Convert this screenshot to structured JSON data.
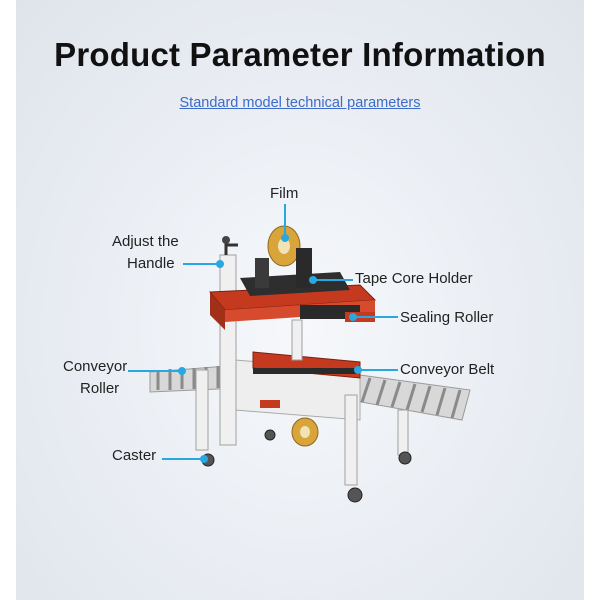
{
  "header": {
    "title": "Product Parameter Information",
    "subtitle": "Standard model technical parameters"
  },
  "callouts": {
    "film": "Film",
    "adjust_handle_line1": "Adjust the",
    "adjust_handle_line2": "Handle",
    "tape_core_holder": "Tape Core Holder",
    "sealing_roller": "Sealing Roller",
    "conveyor_roller_line1": "Conveyor",
    "conveyor_roller_line2": "Roller",
    "conveyor_belt": "Conveyor Belt",
    "caster": "Caster"
  },
  "colors": {
    "callout_line": "#29a7e0",
    "machine_frame": "#e8e8e8",
    "machine_red": "#c53a1f",
    "subtitle": "#3c6bc9"
  }
}
